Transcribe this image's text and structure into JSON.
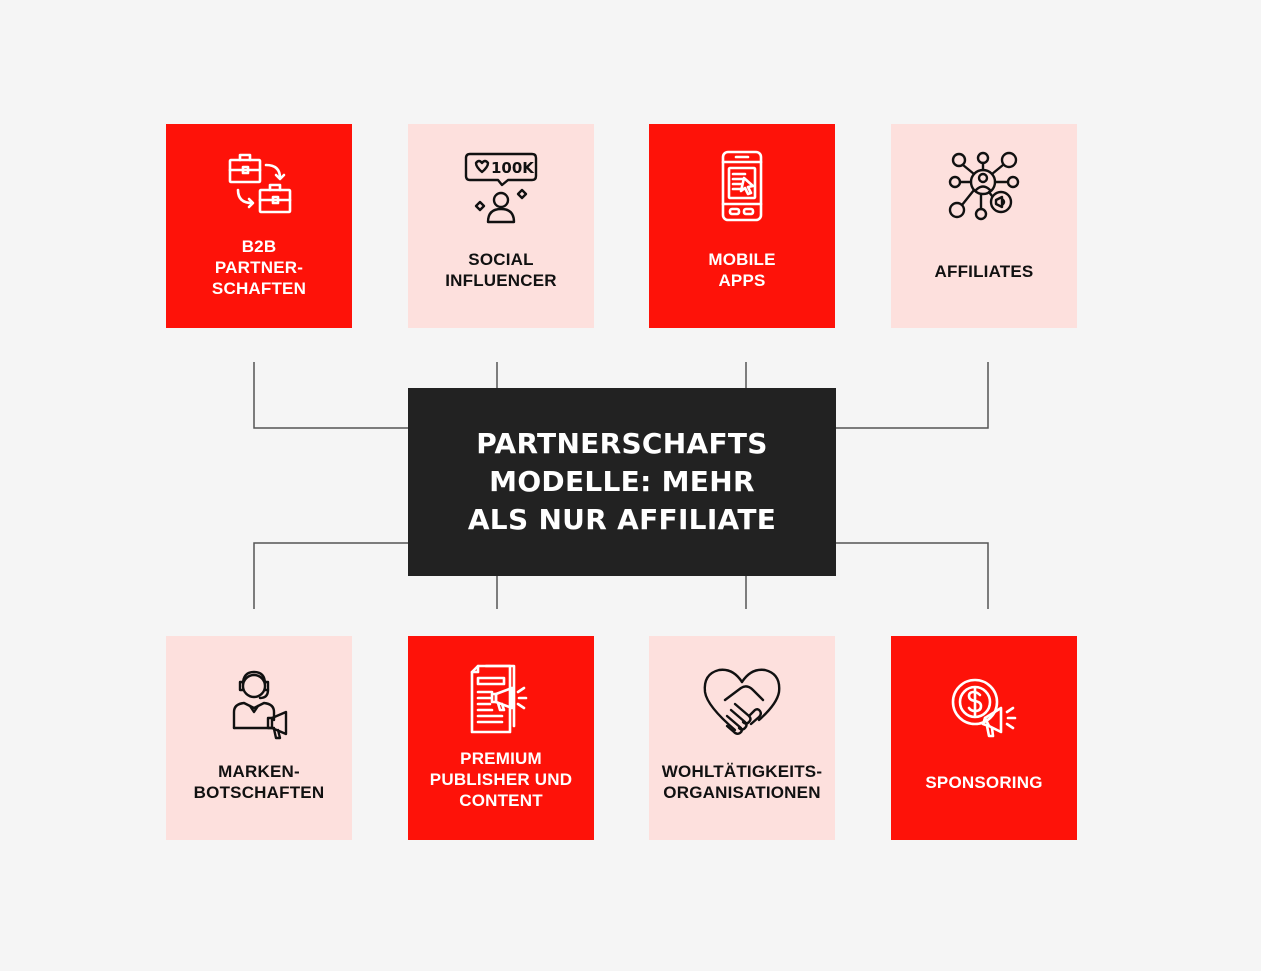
{
  "center": {
    "title": "PARTNERSCHAFTS\nMODELLE: MEHR\nALS NUR AFFILIATE"
  },
  "tiles_top": [
    {
      "label": "B2B\nPARTNER-\nSCHAFTEN",
      "icon": "briefcase-exchange-icon",
      "variant": "red"
    },
    {
      "label": "SOCIAL\nINFLUENCER",
      "icon": "influencer-100k-icon",
      "variant": "pink"
    },
    {
      "label": "MOBILE\nAPPS",
      "icon": "mobile-phone-icon",
      "variant": "red"
    },
    {
      "label": "AFFILIATES",
      "icon": "network-megaphone-icon",
      "variant": "pink"
    }
  ],
  "tiles_bottom": [
    {
      "label": "MARKEN-\nBOTSCHAFTEN",
      "icon": "ambassador-megaphone-icon",
      "variant": "pink"
    },
    {
      "label": "PREMIUM\nPUBLISHER UND\nCONTENT",
      "icon": "document-megaphone-icon",
      "variant": "red"
    },
    {
      "label": "WOHLTÄTIGKEITS-\nORGANISATIONEN",
      "icon": "heart-handshake-icon",
      "variant": "pink"
    },
    {
      "label": "SPONSORING",
      "icon": "dollar-megaphone-icon",
      "variant": "red"
    }
  ],
  "colors": {
    "background": "#f5f5f5",
    "red": "#fe1209",
    "pink": "#fde0dd",
    "center": "#222222",
    "connector": "#555555"
  }
}
